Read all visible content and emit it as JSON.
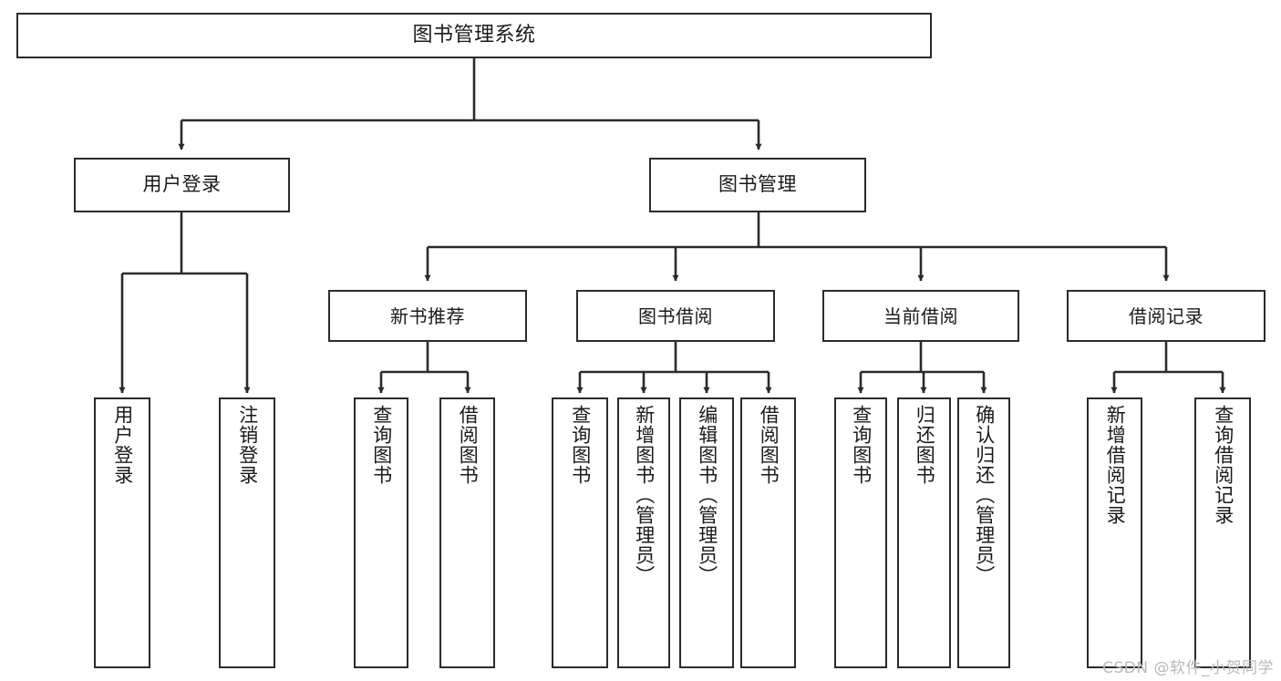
{
  "diagram": {
    "type": "tree-hierarchy-diagram",
    "root": {
      "id": "root",
      "label": "图书管理系统"
    },
    "level2": [
      {
        "id": "user-login",
        "label": "用户登录"
      },
      {
        "id": "book-management",
        "label": "图书管理"
      }
    ],
    "level3": [
      {
        "id": "new-book-recommend",
        "label": "新书推荐",
        "parent": "book-management"
      },
      {
        "id": "book-borrow",
        "label": "图书借阅",
        "parent": "book-management"
      },
      {
        "id": "current-borrow",
        "label": "当前借阅",
        "parent": "book-management"
      },
      {
        "id": "borrow-record",
        "label": "借阅记录",
        "parent": "book-management"
      }
    ],
    "leaves": [
      {
        "id": "leaf-user-login",
        "label": "用户登录",
        "parent": "user-login"
      },
      {
        "id": "leaf-logout-login",
        "label": "注销登录",
        "parent": "user-login"
      },
      {
        "id": "leaf-query-book-1",
        "label": "查询图书",
        "parent": "new-book-recommend"
      },
      {
        "id": "leaf-borrow-book-1",
        "label": "借阅图书",
        "parent": "new-book-recommend"
      },
      {
        "id": "leaf-query-book-2",
        "label": "查询图书",
        "parent": "book-borrow"
      },
      {
        "id": "leaf-add-book",
        "label": "新增图书（管理员）",
        "parent": "book-borrow"
      },
      {
        "id": "leaf-edit-book",
        "label": "编辑图书（管理员）",
        "parent": "book-borrow"
      },
      {
        "id": "leaf-borrow-book-2",
        "label": "借阅图书",
        "parent": "book-borrow"
      },
      {
        "id": "leaf-query-book-3",
        "label": "查询图书",
        "parent": "current-borrow"
      },
      {
        "id": "leaf-return-book",
        "label": "归还图书",
        "parent": "current-borrow"
      },
      {
        "id": "leaf-confirm-return",
        "label": "确认归还（管理员）",
        "parent": "current-borrow"
      },
      {
        "id": "leaf-add-record",
        "label": "新增借阅记录",
        "parent": "borrow-record"
      },
      {
        "id": "leaf-query-record",
        "label": "查询借阅记录",
        "parent": "borrow-record"
      }
    ]
  },
  "watermark": {
    "text": "CSDN @软件_小贺同学"
  },
  "colors": {
    "stroke": "#2b2b2b",
    "box_fill": "#ffffff",
    "text": "#1a1a1a",
    "watermark": "#b9b9b9",
    "background": "#ffffff"
  }
}
